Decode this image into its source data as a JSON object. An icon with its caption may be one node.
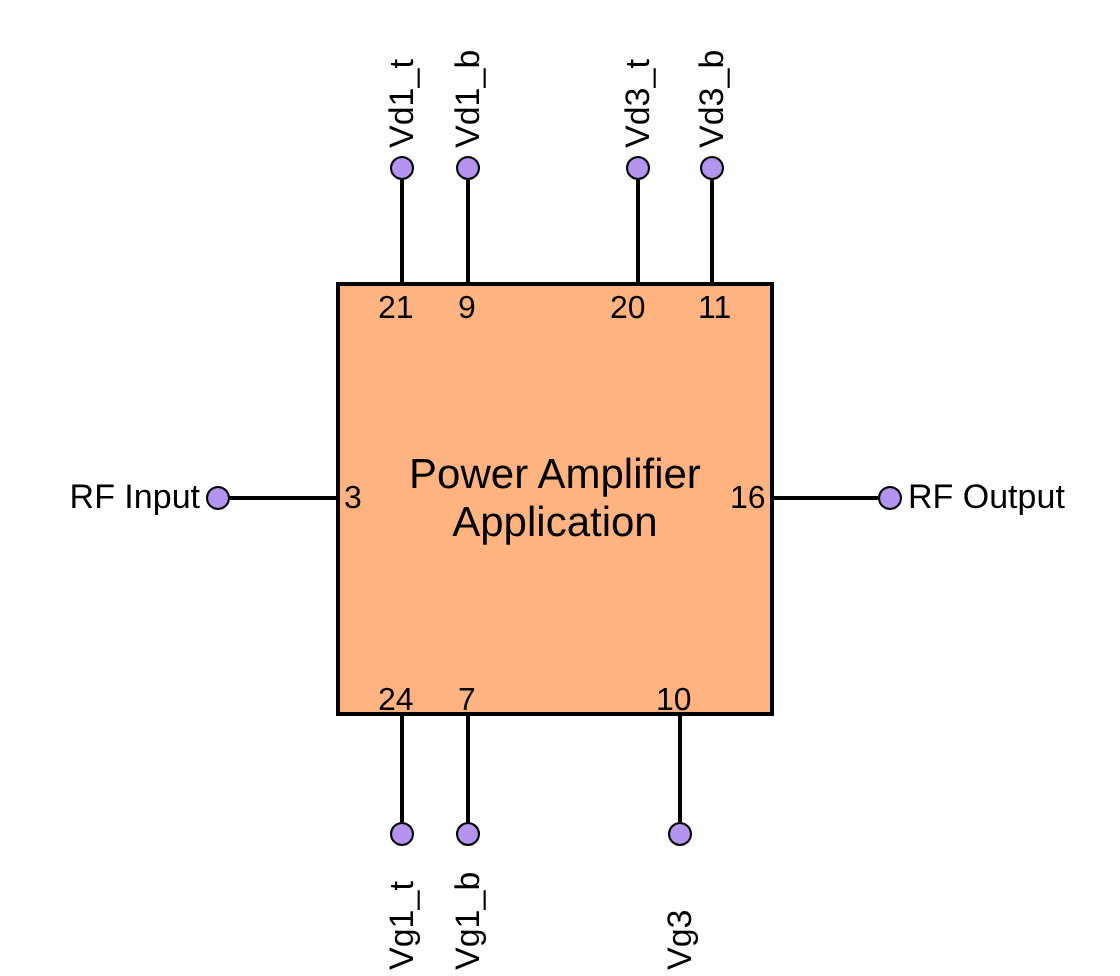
{
  "diagram": {
    "nodes": [
      {
        "text": [
          "Power Amplifier Application"
        ]
      },
      {
        "text": [],
        "shape": "circle",
        "beside": [
          "Vd1_t"
        ]
      },
      {
        "text": [],
        "shape": "circle",
        "beside": [
          "Vd1_b"
        ]
      },
      {
        "text": [],
        "shape": "circle",
        "beside": [
          "Vd3_t"
        ]
      },
      {
        "text": [],
        "shape": "circle",
        "beside": [
          "Vd3_b"
        ]
      },
      {
        "text": [],
        "shape": "circle",
        "beside": [
          "RF Input"
        ]
      },
      {
        "text": [],
        "shape": "circle",
        "beside": [
          "RF Output"
        ]
      },
      {
        "text": [],
        "shape": "circle",
        "beside": [
          "Vg1_t"
        ]
      },
      {
        "text": [],
        "shape": "circle",
        "beside": [
          "Vg1_b"
        ]
      },
      {
        "text": [],
        "shape": "circle",
        "beside": [
          "Vg3"
        ]
      }
    ],
    "edges": [
      {
        "from": 1,
        "to": 0,
        "arrow": "none"
      },
      {
        "from": 2,
        "to": 0,
        "arrow": "none"
      },
      {
        "from": 3,
        "to": 0,
        "arrow": "none"
      },
      {
        "from": 4,
        "to": 0,
        "arrow": "none"
      },
      {
        "from": 5,
        "to": 0,
        "arrow": "none"
      },
      {
        "from": 6,
        "to": 0,
        "arrow": "none"
      },
      {
        "from": 7,
        "to": 0,
        "arrow": "none"
      },
      {
        "from": 8,
        "to": 0,
        "arrow": "none"
      },
      {
        "from": 9,
        "to": 0,
        "arrow": "none"
      }
    ],
    "labels": [
      "21",
      "9",
      "20",
      "11",
      "3",
      "16",
      "24",
      "7",
      "10"
    ]
  }
}
